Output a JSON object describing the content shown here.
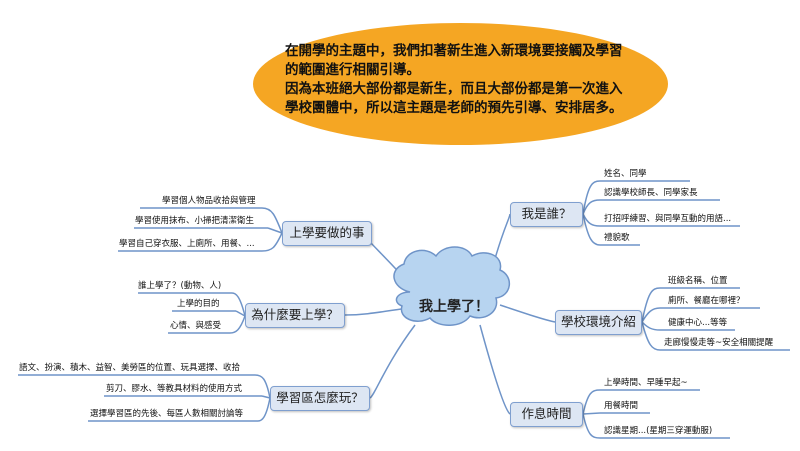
{
  "intro": {
    "line1": "在開學的主題中，我們扣著新生進入新環境要接觸及學習",
    "line2": "的範圍進行相關引導。",
    "line3": "因為本班絕大部份都是新生，而且大部份都是第一次進入",
    "line4": "學校團體中，所以這主題是老師的預先引導、安排居多。"
  },
  "center": {
    "label": "我上學了！"
  },
  "branches": {
    "todo": {
      "label": "上學要做的事",
      "leaves": [
        "學習個人物品收拾與管理",
        "學習使用抹布、小掃把清潔衛生",
        "學習自己穿衣服、上廁所、用餐、..."
      ]
    },
    "why": {
      "label": "為什麼要上學？",
      "leaves": [
        "誰上學了？(動物、人)",
        "上學的目的",
        "心情、與感受"
      ]
    },
    "area": {
      "label": "學習區怎麼玩？",
      "leaves": [
        "語文、扮演、積木、益智、美勞區的位置、玩具選擇、收拾",
        "剪刀、膠水、等教具材料的使用方式",
        "選擇學習區的先後、每區人數相關討論等"
      ]
    },
    "who": {
      "label": "我是誰？",
      "leaves": [
        "姓名、同學",
        "認識學校師長、同學家長",
        "打招呼練習、與同學互動的用語...",
        "禮貌歌"
      ]
    },
    "school": {
      "label": "學校環境介紹",
      "leaves": [
        "班級名稱、位置",
        "廁所、餐廳在哪裡？",
        "健康中心...等等",
        "走廊慢慢走等~安全相關提醒"
      ]
    },
    "time": {
      "label": "作息時間",
      "leaves": [
        "上學時間、早睡早起~",
        "用餐時間",
        "認識星期...(星期三穿運動服)"
      ]
    }
  },
  "colors": {
    "ellipse": "#f5a623",
    "branch_fill": "#dde6f3",
    "branch_border": "#7f9fcf",
    "connector": "#6f94c8",
    "cloud_fill": "#b7d4f0"
  }
}
